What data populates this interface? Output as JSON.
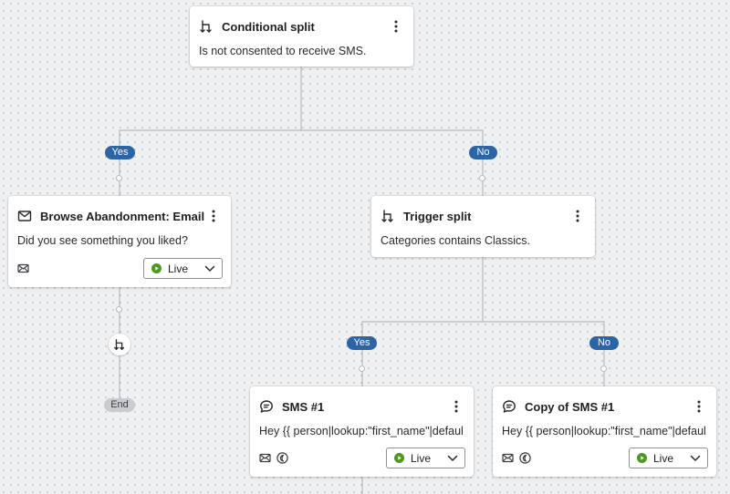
{
  "flow": {
    "nodes": [
      {
        "title": "Conditional split",
        "description": "Is not consented to receive SMS.",
        "icon": "split-icon"
      },
      {
        "title": "Browse Abandonment: Email...",
        "description": "Did you see something you liked?",
        "icon": "email-icon",
        "status": "Live",
        "footer_icons": [
          "email-icon"
        ]
      },
      {
        "title": "Trigger split",
        "description": "Categories contains Classics.",
        "icon": "split-icon"
      },
      {
        "title": "SMS #1",
        "description": "Hey {{ person|lookup:\"first_name\"|defaul...",
        "icon": "sms-icon",
        "status": "Live",
        "footer_icons": [
          "email-icon",
          "quiet-hours-icon"
        ]
      },
      {
        "title": "Copy of SMS #1",
        "description": "Hey {{ person|lookup:\"first_name\"|defaul...",
        "icon": "sms-icon",
        "status": "Live",
        "footer_icons": [
          "email-icon",
          "quiet-hours-icon"
        ]
      }
    ],
    "branch_labels": {
      "conditional_yes": "Yes",
      "conditional_no": "No",
      "trigger_yes": "Yes",
      "trigger_no": "No",
      "end": "End"
    }
  },
  "colors": {
    "branch_pill": "#2c64a8",
    "end_pill": "#c8cbcf",
    "live_green": "#4a9a1e",
    "connector": "#b6bbc0"
  }
}
